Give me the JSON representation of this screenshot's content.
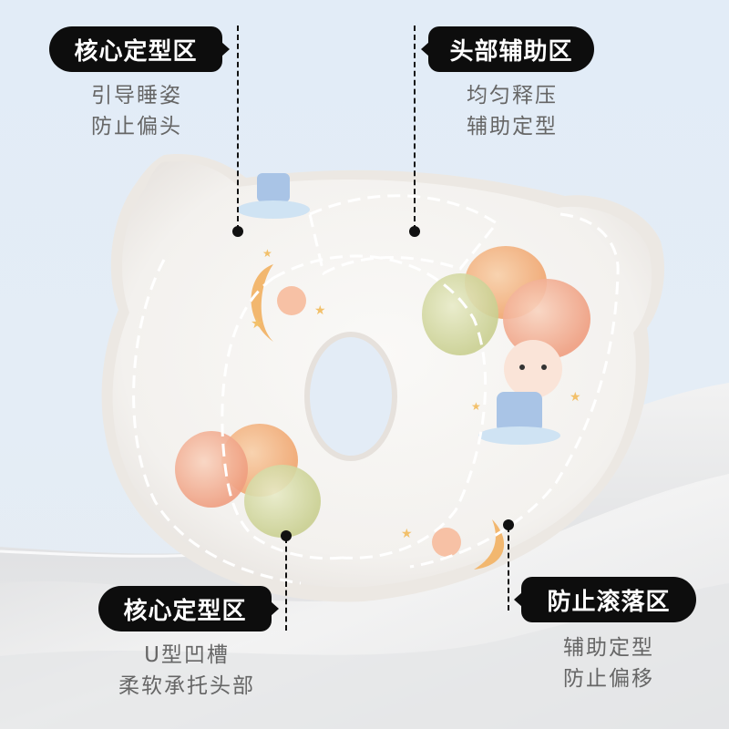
{
  "colors": {
    "background": "#e3edf7",
    "silk": "#eeeeee",
    "tag_background": "#0d0d0d",
    "tag_text": "#ffffff",
    "description_text": "#666666",
    "pillow_fabric": "#f7f5f2",
    "balloon_orange": "#f4b483",
    "balloon_green": "#d7dca6",
    "overall_blue": "#a9c4e6"
  },
  "callouts": [
    {
      "id": "top-left",
      "title": "核心定型区",
      "lines": [
        "引导睡姿",
        "防止偏头"
      ]
    },
    {
      "id": "top-right",
      "title": "头部辅助区",
      "lines": [
        "均匀释压",
        "辅助定型"
      ]
    },
    {
      "id": "bottom-left",
      "title": "核心定型区",
      "lines": [
        "U型凹槽",
        "柔软承托头部"
      ]
    },
    {
      "id": "bottom-right",
      "title": "防止滚落区",
      "lines": [
        "辅助定型",
        "防止偏移"
      ]
    }
  ],
  "product": {
    "name": "baby-shaping-pillow",
    "shape": "bear-head",
    "print_motifs": [
      "bear-with-balloons",
      "bee-on-moon",
      "stars",
      "clouds"
    ]
  }
}
